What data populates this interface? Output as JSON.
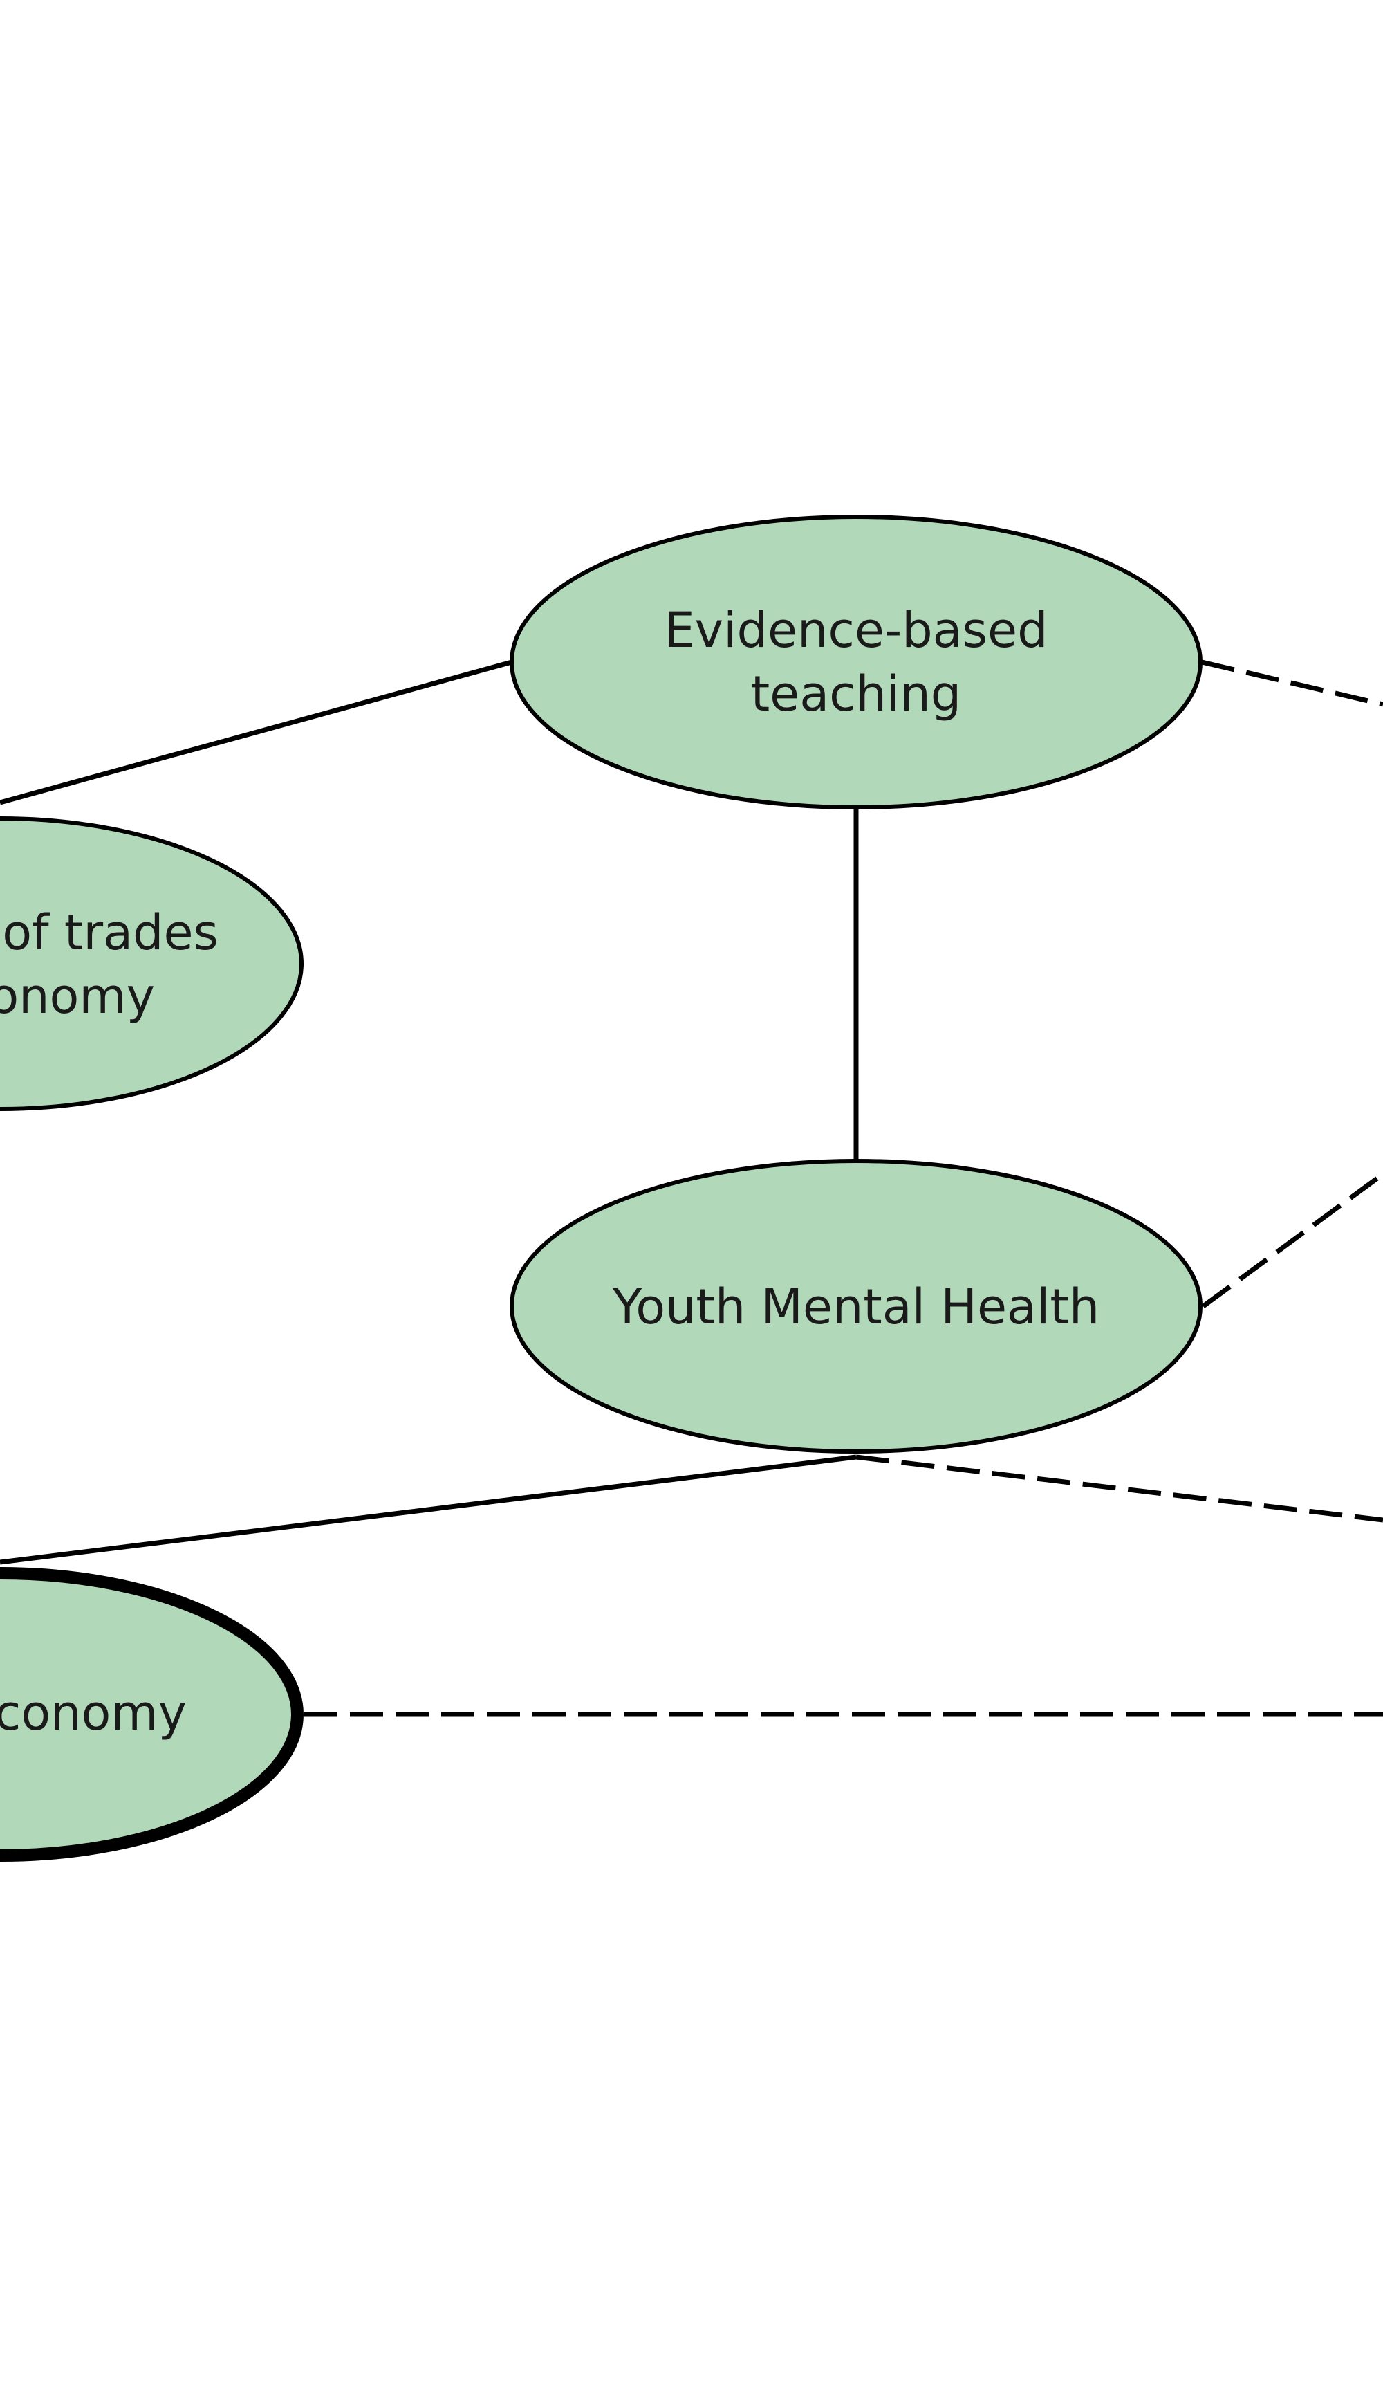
{
  "diagram": {
    "node_fill": "#b1d8b8",
    "stroke_color": "#000000",
    "nodes": {
      "evidence_based_teaching": {
        "line1": "Evidence-based",
        "line2": "teaching"
      },
      "youth_mental_health": {
        "label": "Youth Mental Health"
      },
      "trades_economy_partial": {
        "line1": "of trades",
        "line2": "onomy"
      },
      "economy_partial": {
        "label": "conomy",
        "emphasized": true
      }
    },
    "edges": [
      {
        "from": "evidence_based_teaching",
        "to": "trades_economy_partial",
        "style": "solid"
      },
      {
        "from": "evidence_based_teaching",
        "to": "offscreen_right_upper",
        "style": "dashed"
      },
      {
        "from": "evidence_based_teaching",
        "to": "youth_mental_health",
        "style": "solid"
      },
      {
        "from": "youth_mental_health",
        "to": "offscreen_right_middle",
        "style": "dashed"
      },
      {
        "from": "youth_mental_health",
        "to": "economy_partial",
        "style": "solid"
      },
      {
        "from": "youth_mental_health",
        "to": "offscreen_right_lower",
        "style": "dashed"
      },
      {
        "from": "economy_partial",
        "to": "offscreen_right_bottom",
        "style": "dashed"
      }
    ]
  }
}
